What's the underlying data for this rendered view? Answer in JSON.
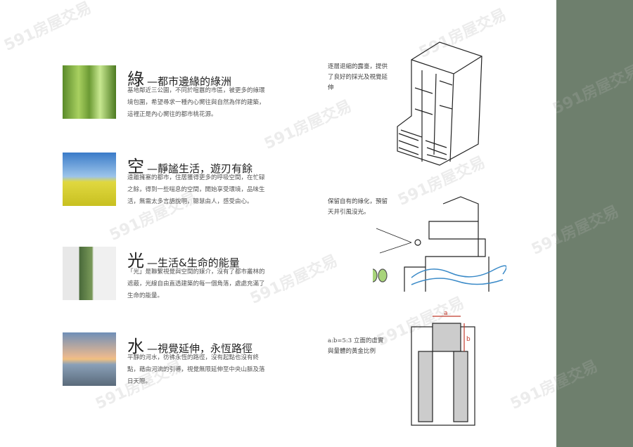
{
  "sections": [
    {
      "char": "綠",
      "title": "—都市邊緣的綠洲",
      "body": "基地鄰近三公園，不同於喧囂的市區，被更多的綠環境包圍，希望尋求一種內心嚮往與自然為伴的建築，這裡正是內心嚮往的都市桃花源。"
    },
    {
      "char": "空",
      "title": "—靜謐生活，遊刃有餘",
      "body": "遠離擁塞的都市，住居獲得更多的呼吸空間，在忙碌之餘，得到一些喘息的空間，開始享受環境，品味生活，無需太多言語說明，聰慧由人，感受由心。"
    },
    {
      "char": "光",
      "title": "—生活&生命的能量",
      "body": "「光」是聯繫視覺與空間的媒介，沒有了都市叢林的遮蔽，光線自由直透建築的每一個角落，處處充滿了生命的能量。"
    },
    {
      "char": "水",
      "title": "—視覺延伸，永恆路徑",
      "body": "平靜的河水，彷彿永恆的路徑，沒有起點也沒有終點，藉由河流的引導，視覺無限延伸至中央山脈及落日天際。"
    }
  ],
  "notes": [
    "逐層退縮的露臺，提供了良好的採光及視覺延伸",
    "保留自有的綠化，預留天井引風沒光。",
    "a:b=5:3 立面的虛實與量體的黃金比例"
  ],
  "sketch_labels": {
    "a": "a",
    "b": "b"
  },
  "watermark": "591房屋交易",
  "colors": {
    "sidebar": "#6e7f6d"
  }
}
